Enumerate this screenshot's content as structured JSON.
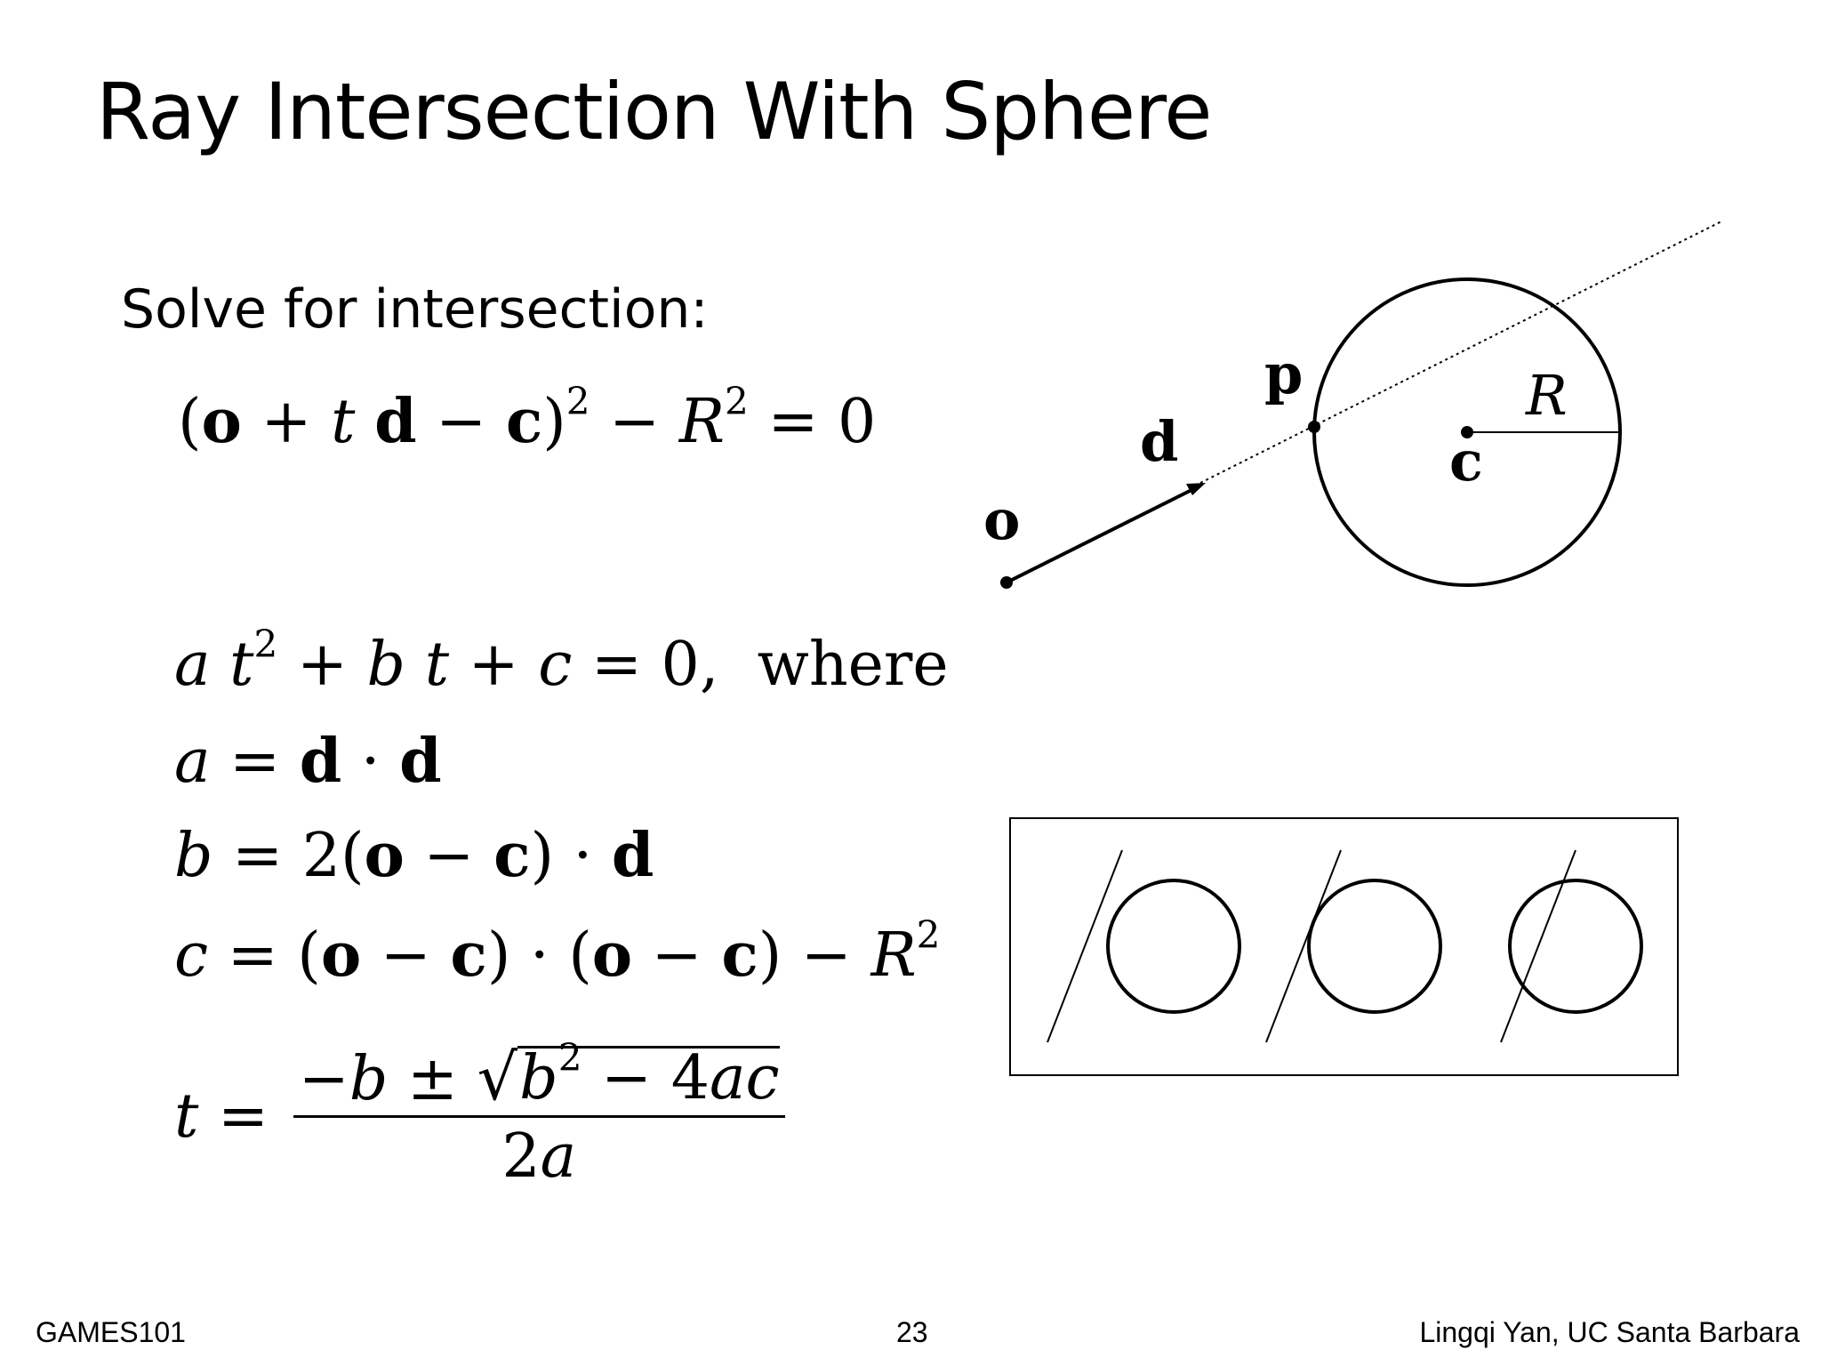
{
  "slide": {
    "title": "Ray Intersection With Sphere",
    "intro": "Solve for intersection:"
  },
  "equations": {
    "where_word": "where"
  },
  "diagram": {
    "labels": {
      "origin": "o",
      "direction": "d",
      "point": "p",
      "center": "c",
      "radius": "R"
    }
  },
  "footer": {
    "left": "GAMES101",
    "page_number": "23",
    "right": "Lingqi Yan, UC Santa Barbara"
  }
}
